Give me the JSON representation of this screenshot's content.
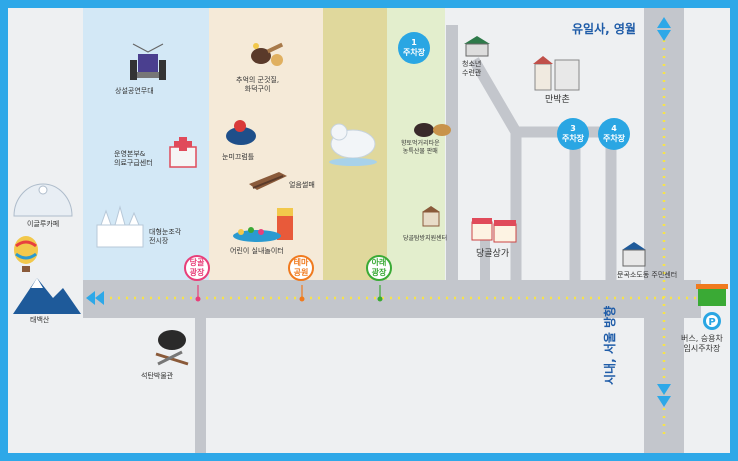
{
  "destinations": {
    "top_right": "유일사, 영월",
    "bottom_right": "시내, 서울 방향"
  },
  "parking": [
    {
      "num": "1",
      "label": "주차장"
    },
    {
      "num": "3",
      "label": "주차장"
    },
    {
      "num": "4",
      "label": "주차장"
    }
  ],
  "plazas": [
    {
      "label": "당골\n광장",
      "color": "#e83f7a"
    },
    {
      "label": "테마\n공원",
      "color": "#f07a1e"
    },
    {
      "label": "아래\n광장",
      "color": "#3aaa35"
    }
  ],
  "places": {
    "main_stage": "상설공연무대",
    "snacks": "추억의 군것질,\n화덕구이",
    "snow_tube": "눈미끄럼틀",
    "ice_sled": "얼음썰매",
    "kids_play": "어린이 실내놀이터",
    "hq": "운영본부&\n의료구급센터",
    "sculpture": "대형눈조각\n전시장",
    "igloo": "이글루카페",
    "taebaek": "태백산",
    "food_market": "향토먹거리타운\n농특산물 판매",
    "dangol_center": "당골탐방지원센터",
    "youth_center": "청소년\n수련관",
    "expo": "만박촌",
    "shops": "당골상가",
    "community": "문곡소도동 주민센터",
    "coal_museum": "석탄박물관",
    "bus_parking": "버스, 승용차\n임시주차장"
  },
  "colors": {
    "frame": "#2ea8e8",
    "zone_blue": "#d3e8f6",
    "zone_cream": "#f5ead8",
    "zone_khaki": "#e0d89c",
    "zone_green": "#e3eecd",
    "road": "#c3c6cc",
    "path_dots": "#f6e34a",
    "parking": "#2aa6e3"
  }
}
